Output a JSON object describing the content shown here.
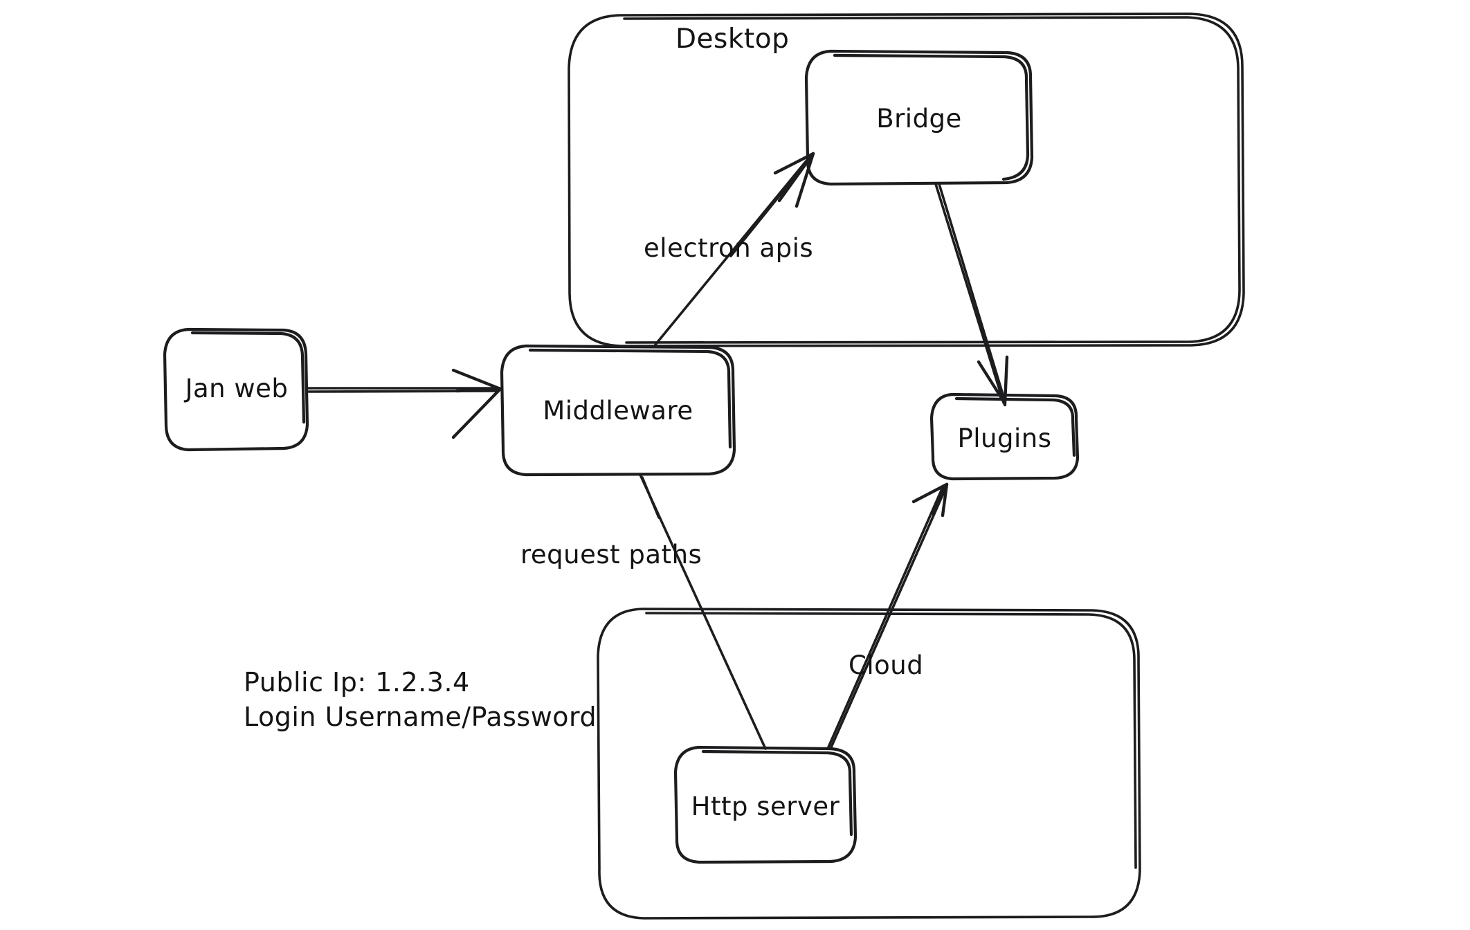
{
  "diagram": {
    "type": "architecture-flow",
    "title": "",
    "style": "hand-drawn whiteboard sketch",
    "background_color": "#ffffff",
    "stroke_color": "#1d1d1f",
    "containers": [
      {
        "id": "desktop",
        "label": "Desktop",
        "contains": [
          "bridge"
        ]
      },
      {
        "id": "cloud-group",
        "label": "",
        "contains": [
          "http-server"
        ]
      }
    ],
    "nodes": [
      {
        "id": "jan-web",
        "label": "Jan web"
      },
      {
        "id": "middleware",
        "label": "Middleware"
      },
      {
        "id": "bridge",
        "label": "Bridge"
      },
      {
        "id": "plugins",
        "label": "Plugins"
      },
      {
        "id": "http-server",
        "label": "Http server"
      }
    ],
    "edges": [
      {
        "from": "jan-web",
        "to": "middleware",
        "label": "",
        "arrow": true
      },
      {
        "from": "middleware",
        "to": "bridge",
        "label": "electron apis",
        "arrow": true
      },
      {
        "from": "bridge",
        "to": "plugins",
        "label": "",
        "arrow": true
      },
      {
        "from": "middleware",
        "to": "http-server",
        "label": "request paths",
        "arrow": false
      },
      {
        "from": "http-server",
        "to": "plugins",
        "label": "Cloud",
        "arrow": true
      }
    ],
    "notes": {
      "public_ip_line": "Public Ip: 1.2.3.4",
      "login_line": "Login Username/Password"
    }
  }
}
